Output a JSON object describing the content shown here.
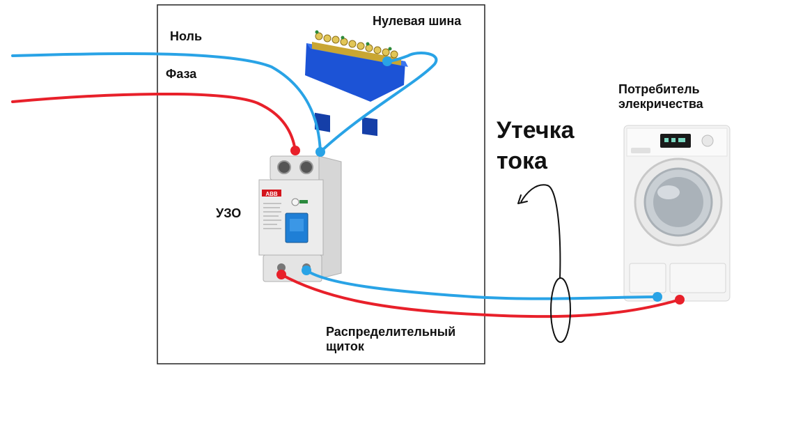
{
  "labels": {
    "neutral": "Ноль",
    "phase": "Фаза",
    "neutral_bus": "Нулевая шина",
    "rcd": "УЗО",
    "leak_line1": "Утечка",
    "leak_line2": "тока",
    "consumer": "Потребитель\nэлекричества",
    "panel": "Распределительный\nщиток"
  },
  "device_text": {
    "rcd_brand": "ABB"
  },
  "colors": {
    "neutral_wire": "#29a3e6",
    "phase_wire": "#e8202a",
    "bus_body": "#1c53d6",
    "bus_screws": "#d6b83a",
    "rcd_body": "#ececec",
    "rcd_lever": "#1f7fd6",
    "brand_red": "#d4141c",
    "panel_border": "#222222",
    "washer_body": "#f4f4f4"
  },
  "icons": {
    "neutral_bus": "neutral-busbar-icon",
    "rcd": "rcd-breaker-icon",
    "washer": "washing-machine-icon",
    "leak_arrow": "leak-arrow-icon"
  }
}
